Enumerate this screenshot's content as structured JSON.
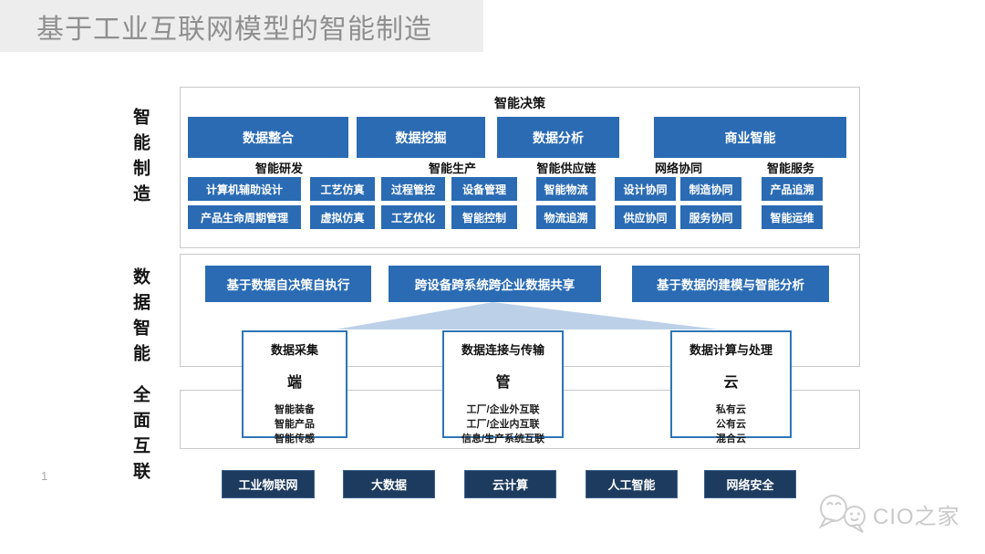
{
  "title": "基于工业互联网模型的智能制造",
  "page_number": "1",
  "side_labels": {
    "band1": "智能制造",
    "band2": "数据智能",
    "band3": "全面互联"
  },
  "band1": {
    "header": "智能决策",
    "decision": [
      "数据整合",
      "数据挖掘",
      "数据分析",
      "商业智能"
    ],
    "categories": [
      "智能研发",
      "智能生产",
      "智能供应链",
      "网络协同",
      "智能服务"
    ],
    "row1": [
      "计算机辅助设计",
      "工艺仿真",
      "过程管控",
      "设备管理",
      "智能物流",
      "设计协同",
      "制造协同",
      "产品追溯"
    ],
    "row2": [
      "产品生命周期管理",
      "虚拟仿真",
      "工艺优化",
      "智能控制",
      "物流追溯",
      "供应协同",
      "服务协同",
      "智能运维"
    ]
  },
  "band2": {
    "statements": [
      "基于数据自决策自执行",
      "跨设备跨系统跨企业数据共享",
      "基于数据的建模与智能分析"
    ]
  },
  "layers": [
    {
      "title": "数据采集",
      "name": "端",
      "items": [
        "智能装备",
        "智能产品",
        "智能传感"
      ]
    },
    {
      "title": "数据连接与传输",
      "name": "管",
      "items": [
        "工厂/企业外互联",
        "工厂/企业内互联",
        "信息/生产系统互联"
      ]
    },
    {
      "title": "数据计算与处理",
      "name": "云",
      "items": [
        "私有云",
        "公有云",
        "混合云"
      ]
    }
  ],
  "foundation": [
    "工业物联网",
    "大数据",
    "云计算",
    "人工智能",
    "网络安全"
  ],
  "watermark": {
    "text": "CIO之家"
  },
  "colors": {
    "banner_bg": "#ededed",
    "banner_text": "#8f8f8f",
    "primary_blue": "#2a6bb4",
    "dark_navy": "#1d3b5e",
    "outline_blue": "#2e75b6",
    "triangle_blue": "#bcd0e8",
    "band_border": "#c9c9c9",
    "text_black": "#111111",
    "watermark_gray": "#c9c9c9"
  }
}
